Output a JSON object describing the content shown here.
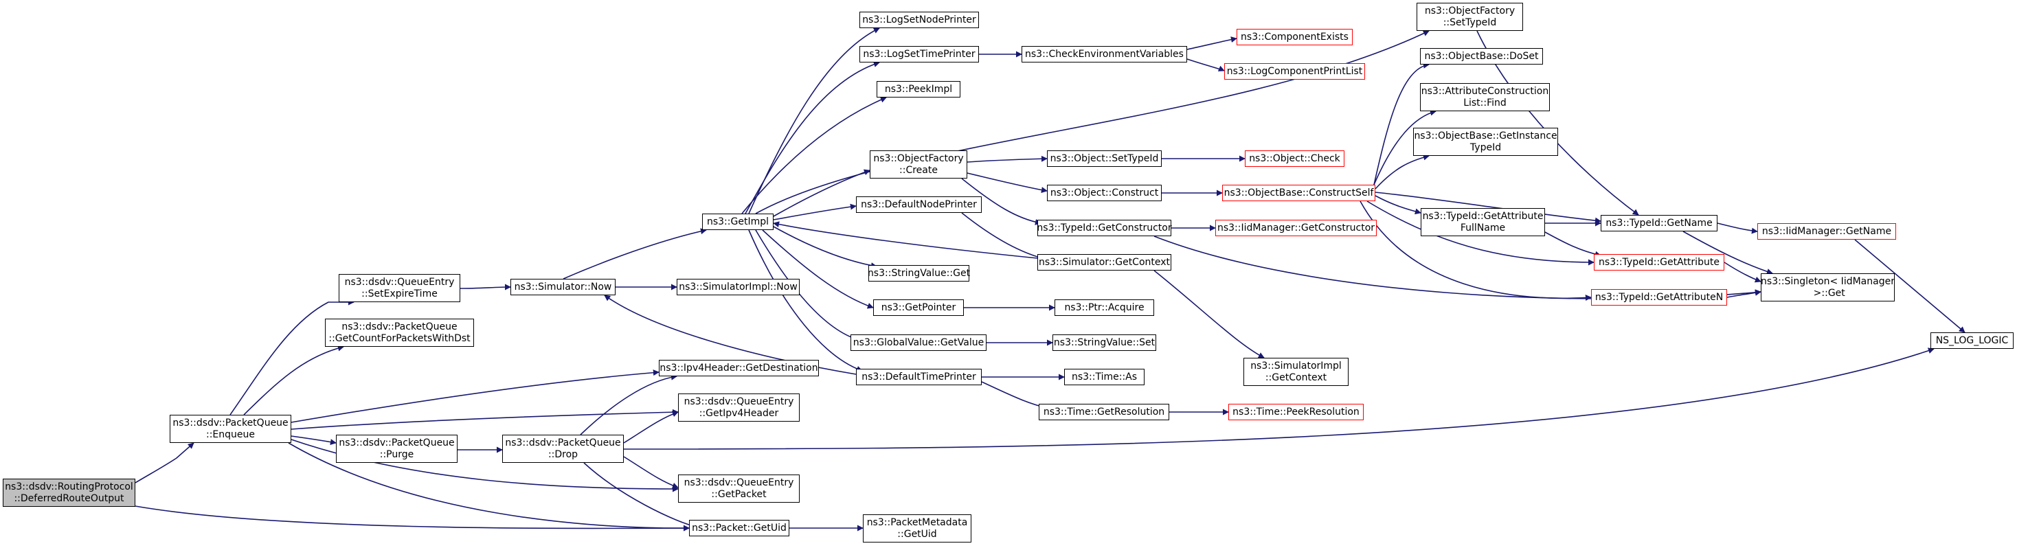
{
  "colors": {
    "edge": "#191970",
    "node_border": "#000000",
    "truncated_border": "#ff0000",
    "root_fill": "#bfbfbf"
  },
  "nodes": [
    {
      "id": "root",
      "label": "ns3::dsdv::RoutingProtocol\n::DeferredRouteOutput",
      "style": "root"
    },
    {
      "id": "enqueue",
      "label": "ns3::dsdv::PacketQueue\n::Enqueue",
      "style": "normal"
    },
    {
      "id": "setexpire",
      "label": "ns3::dsdv::QueueEntry\n::SetExpireTime",
      "style": "normal"
    },
    {
      "id": "getcount",
      "label": "ns3::dsdv::PacketQueue\n::GetCountForPacketsWithDst",
      "style": "normal"
    },
    {
      "id": "purge",
      "label": "ns3::dsdv::PacketQueue\n::Purge",
      "style": "normal"
    },
    {
      "id": "drop",
      "label": "ns3::dsdv::PacketQueue\n::Drop",
      "style": "normal"
    },
    {
      "id": "simnow",
      "label": "ns3::Simulator::Now",
      "style": "normal"
    },
    {
      "id": "simimplnow",
      "label": "ns3::SimulatorImpl::Now",
      "style": "normal"
    },
    {
      "id": "getimpl",
      "label": "ns3::GetImpl",
      "style": "normal"
    },
    {
      "id": "ipv4dest",
      "label": "ns3::Ipv4Header::GetDestination",
      "style": "normal"
    },
    {
      "id": "getipv4",
      "label": "ns3::dsdv::QueueEntry\n::GetIpv4Header",
      "style": "normal"
    },
    {
      "id": "getpacket",
      "label": "ns3::dsdv::QueueEntry\n::GetPacket",
      "style": "normal"
    },
    {
      "id": "getuid",
      "label": "ns3::Packet::GetUid",
      "style": "normal"
    },
    {
      "id": "pmgetuid",
      "label": "ns3::PacketMetadata\n::GetUid",
      "style": "normal"
    },
    {
      "id": "lognode",
      "label": "ns3::LogSetNodePrinter",
      "style": "normal"
    },
    {
      "id": "logtime",
      "label": "ns3::LogSetTimePrinter",
      "style": "normal"
    },
    {
      "id": "peekimpl",
      "label": "ns3::PeekImpl",
      "style": "normal"
    },
    {
      "id": "ofcreate",
      "label": "ns3::ObjectFactory\n::Create",
      "style": "normal"
    },
    {
      "id": "defnode",
      "label": "ns3::DefaultNodePrinter",
      "style": "normal"
    },
    {
      "id": "strget",
      "label": "ns3::StringValue::Get",
      "style": "normal"
    },
    {
      "id": "getptr",
      "label": "ns3::GetPointer",
      "style": "normal"
    },
    {
      "id": "gvget",
      "label": "ns3::GlobalValue::GetValue",
      "style": "normal"
    },
    {
      "id": "deftime",
      "label": "ns3::DefaultTimePrinter",
      "style": "normal"
    },
    {
      "id": "checkenv",
      "label": "ns3::CheckEnvironmentVariables",
      "style": "normal"
    },
    {
      "id": "compexists",
      "label": "ns3::ComponentExists",
      "style": "red"
    },
    {
      "id": "logcomplist",
      "label": "ns3::LogComponentPrintList",
      "style": "red"
    },
    {
      "id": "objsettid",
      "label": "ns3::Object::SetTypeId",
      "style": "normal"
    },
    {
      "id": "objconstruct",
      "label": "ns3::Object::Construct",
      "style": "normal"
    },
    {
      "id": "tidgetctor",
      "label": "ns3::TypeId::GetConstructor",
      "style": "normal"
    },
    {
      "id": "simgetctx",
      "label": "ns3::Simulator::GetContext",
      "style": "normal"
    },
    {
      "id": "ptracquire",
      "label": "ns3::Ptr::Acquire",
      "style": "normal"
    },
    {
      "id": "strset",
      "label": "ns3::StringValue::Set",
      "style": "normal"
    },
    {
      "id": "timeas",
      "label": "ns3::Time::As",
      "style": "normal"
    },
    {
      "id": "timegetres",
      "label": "ns3::Time::GetResolution",
      "style": "normal"
    },
    {
      "id": "ofsettid",
      "label": "ns3::ObjectFactory\n::SetTypeId",
      "style": "normal"
    },
    {
      "id": "objcheck",
      "label": "ns3::Object::Check",
      "style": "red"
    },
    {
      "id": "constructself",
      "label": "ns3::ObjectBase::ConstructSelf",
      "style": "red"
    },
    {
      "id": "iidgetctor",
      "label": "ns3::IidManager::GetConstructor",
      "style": "red"
    },
    {
      "id": "simimplctx",
      "label": "ns3::SimulatorImpl\n::GetContext",
      "style": "normal"
    },
    {
      "id": "timepeekres",
      "label": "ns3::Time::PeekResolution",
      "style": "red"
    },
    {
      "id": "doset",
      "label": "ns3::ObjectBase::DoSet",
      "style": "normal"
    },
    {
      "id": "aclfind",
      "label": "ns3::AttributeConstruction\nList::Find",
      "style": "normal"
    },
    {
      "id": "getinst",
      "label": "ns3::ObjectBase::GetInstance\nTypeId",
      "style": "normal"
    },
    {
      "id": "attrfull",
      "label": "ns3::TypeId::GetAttribute\nFullName",
      "style": "normal"
    },
    {
      "id": "tidgetname",
      "label": "ns3::TypeId::GetName",
      "style": "normal"
    },
    {
      "id": "tidgetattr",
      "label": "ns3::TypeId::GetAttribute",
      "style": "red"
    },
    {
      "id": "tidgetattrn",
      "label": "ns3::TypeId::GetAttributeN",
      "style": "red"
    },
    {
      "id": "iidgetname",
      "label": "ns3::IidManager::GetName",
      "style": "red"
    },
    {
      "id": "singleton",
      "label": "ns3::Singleton< IidManager\n >::Get",
      "style": "normal"
    },
    {
      "id": "nslog",
      "label": "NS_LOG_LOGIC",
      "style": "normal"
    }
  ]
}
